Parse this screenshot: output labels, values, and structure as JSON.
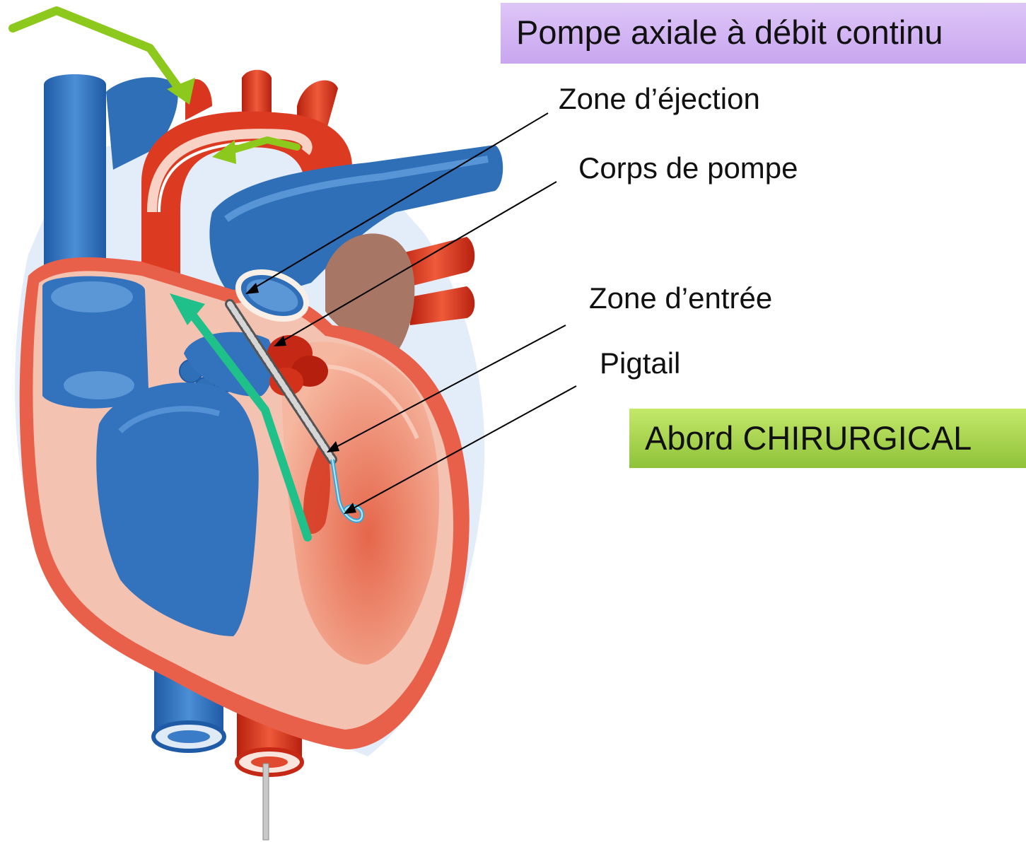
{
  "title": "Pompe axiale à débit continu",
  "badge": "Abord CHIRURGICAL",
  "labels": {
    "ejection": "Zone d’éjection",
    "pump_body": "Corps de pompe",
    "inlet": "Zone d’entrée",
    "pigtail": "Pigtail"
  },
  "colors": {
    "vein_blue": "#2f6fb8",
    "artery_red": "#d9351f",
    "myocardium": "#f2b9a4",
    "arrow_lime": "#8dc81d",
    "arrow_teal": "#1fc08a",
    "title_bg": "#d4b8f4",
    "badge_bg": "#a8d44c"
  }
}
